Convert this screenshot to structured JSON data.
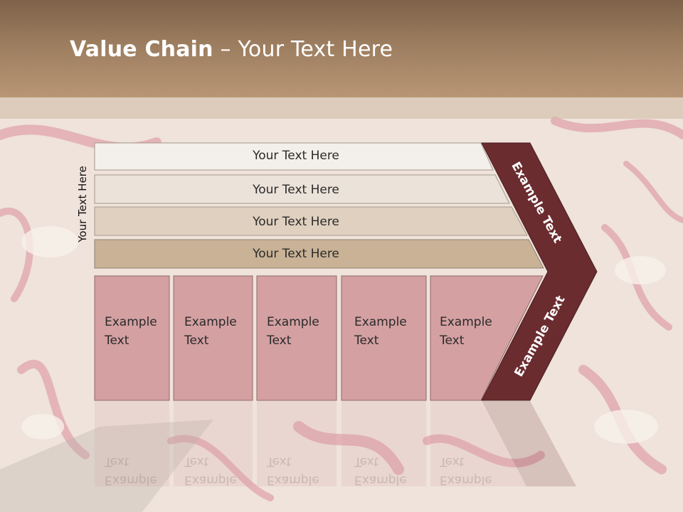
{
  "title": {
    "bold": "Value Chain",
    "rest": " – Your Text Here"
  },
  "side_label": "Your Text Here",
  "rows": [
    {
      "label": "Your Text Here"
    },
    {
      "label": "Your Text Here"
    },
    {
      "label": "Your Text Here"
    },
    {
      "label": "Your Text Here"
    }
  ],
  "cells": [
    {
      "line1": "Example",
      "line2": "Text"
    },
    {
      "line1": "Example",
      "line2": "Text"
    },
    {
      "line1": "Example",
      "line2": "Text"
    },
    {
      "line1": "Example",
      "line2": "Text"
    },
    {
      "line1": "Example",
      "line2": "Text"
    }
  ],
  "arrow_upper": "Example Text",
  "arrow_lower": "Example Text",
  "colors": {
    "header": "#9c7d5f",
    "row_fills": [
      "#f3efea",
      "#ebe2d9",
      "#e0d0bf",
      "#c9b296"
    ],
    "cell_fill": "#d4a0a2",
    "chevron": "#6a2c2f",
    "title_text": "#ffffff"
  }
}
